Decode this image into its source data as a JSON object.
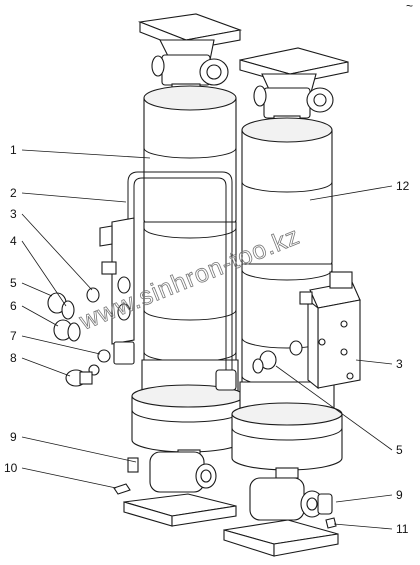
{
  "callouts": {
    "c1": "1",
    "c2": "2",
    "c3a": "3",
    "c4": "4",
    "c5a": "5",
    "c6": "6",
    "c7": "7",
    "c8": "8",
    "c9a": "9",
    "c10": "10",
    "c12": "12",
    "c3b": "3",
    "c5b": "5",
    "c9b": "9",
    "c11": "11"
  },
  "watermark": "www.sinhron-too.kz",
  "corner_mark": "~",
  "colors": {
    "line": "#1a1a1a",
    "fill": "#ffffff",
    "watermark": "#777777"
  }
}
